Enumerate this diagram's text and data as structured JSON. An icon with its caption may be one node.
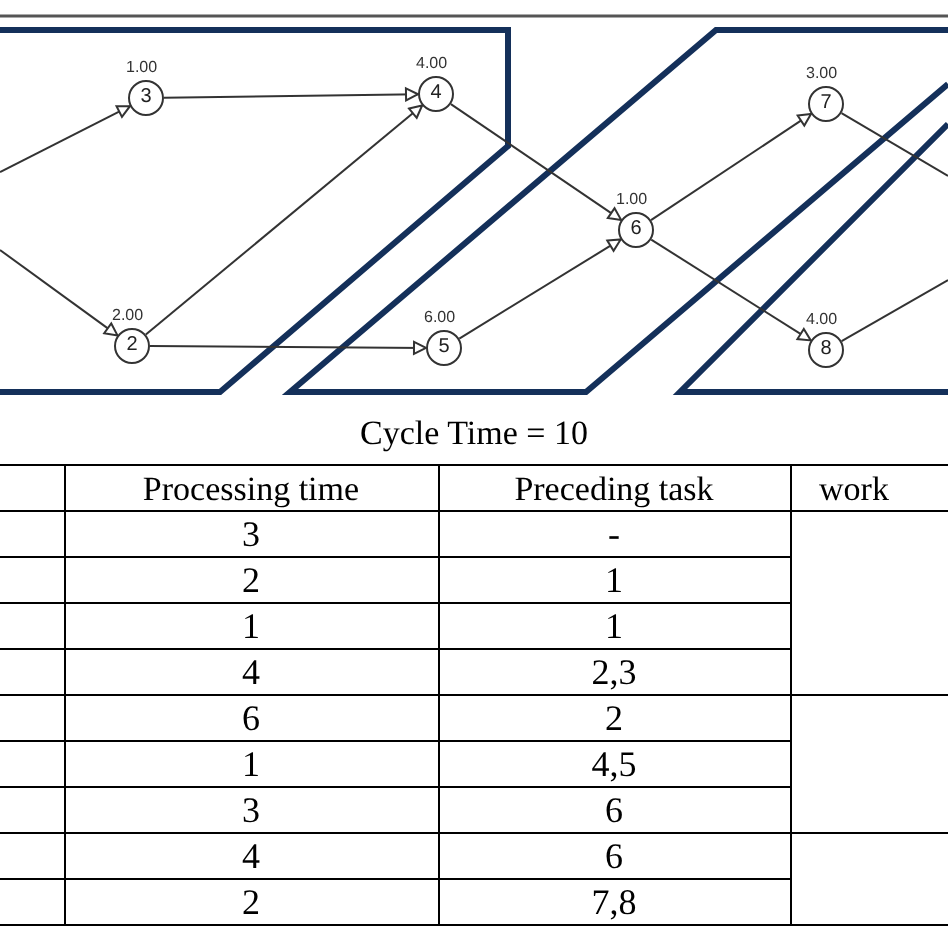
{
  "diagram": {
    "nodes": [
      {
        "text": [
          "2"
        ],
        "beside": [
          "2.00"
        ]
      },
      {
        "text": [
          "3"
        ],
        "beside": [
          "1.00"
        ]
      },
      {
        "text": [
          "4"
        ],
        "beside": [
          "4.00"
        ]
      },
      {
        "text": [
          "5"
        ],
        "beside": [
          "6.00"
        ]
      },
      {
        "text": [
          "6"
        ],
        "beside": [
          "1.00"
        ]
      },
      {
        "text": [
          "7"
        ],
        "beside": [
          "3.00"
        ]
      },
      {
        "text": [
          "8"
        ],
        "beside": [
          "4.00"
        ]
      }
    ],
    "edges": [
      {
        "from": null,
        "to": 1,
        "arrow": "to"
      },
      {
        "from": null,
        "to": 0,
        "arrow": "to"
      },
      {
        "from": 1,
        "to": 2,
        "arrow": "to"
      },
      {
        "from": 0,
        "to": 2,
        "arrow": "to"
      },
      {
        "from": 0,
        "to": 3,
        "arrow": "to"
      },
      {
        "from": 2,
        "to": 4,
        "arrow": "to"
      },
      {
        "from": 3,
        "to": 4,
        "arrow": "to"
      },
      {
        "from": 4,
        "to": 5,
        "arrow": "to"
      },
      {
        "from": 4,
        "to": 6,
        "arrow": "to"
      },
      {
        "from": 5,
        "to": null,
        "arrow": "none"
      },
      {
        "from": 6,
        "to": null,
        "arrow": "none"
      }
    ],
    "labels": [
      "Cycle Time = 10",
      "Processing time",
      "Preceding task",
      "work",
      "3",
      "-",
      "2",
      "1",
      "1",
      "1",
      "4",
      "2,3",
      "6",
      "2",
      "1",
      "4,5",
      "3",
      "6",
      "4",
      "6",
      "2",
      "7,8"
    ]
  }
}
